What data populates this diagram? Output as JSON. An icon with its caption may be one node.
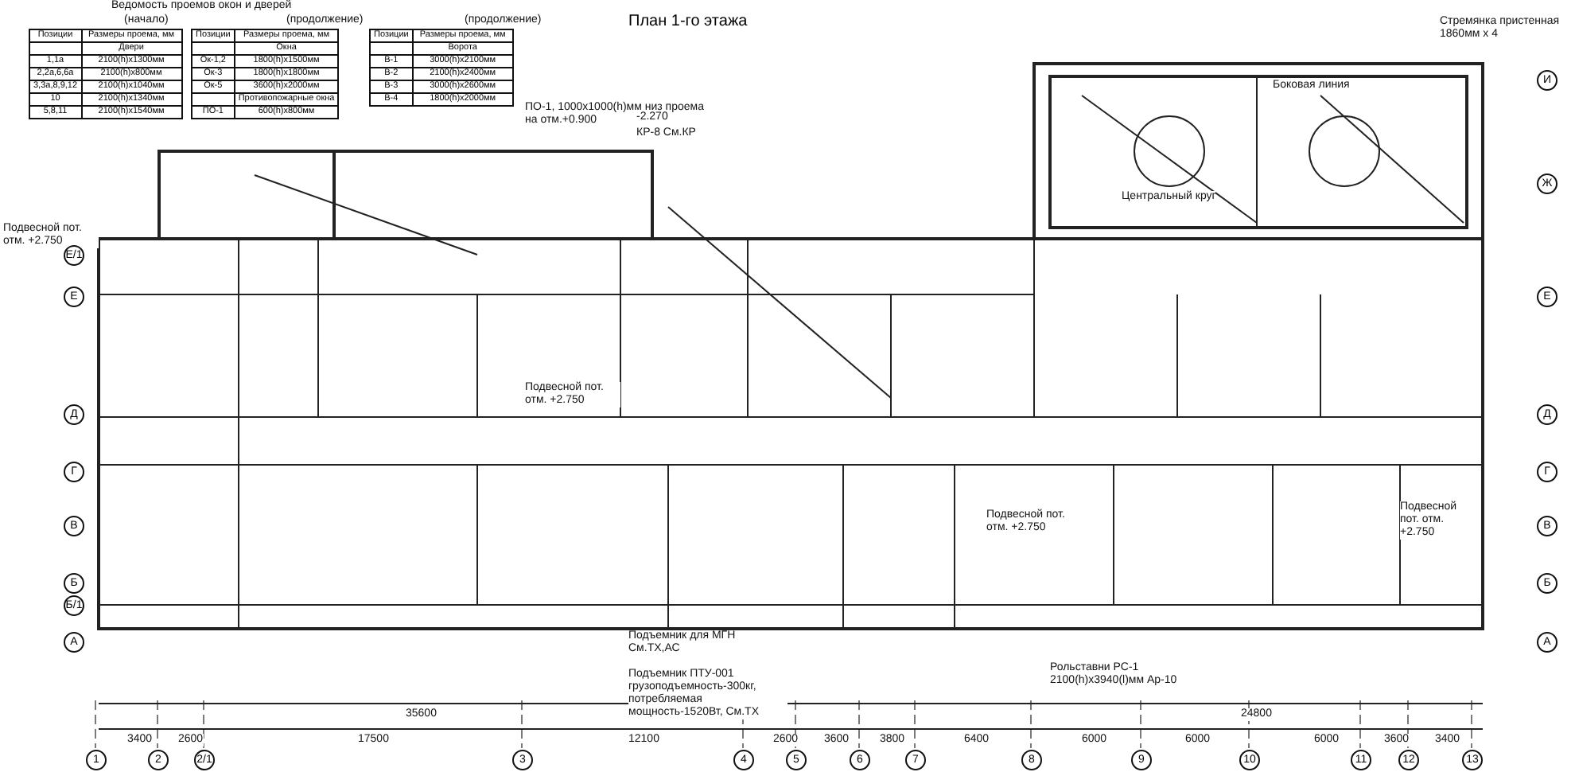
{
  "diagram": {
    "title": "План 1-го этажа",
    "labels": [
      "Ведомость проемов окон и дверей",
      "(начало)",
      "Позиции",
      "Размеры проема, мм",
      "Двери",
      "1,1а",
      "2100(h)x1300мм",
      "2,2а,6,6а",
      "2100(h)x800мм",
      "3,3а,8,9,12",
      "2100(h)x1040мм",
      "10",
      "2100(h)x1340мм",
      "5,8,11",
      "2100(h)x1540мм",
      "(продолжение)",
      "Позиции",
      "Размеры проема, мм",
      "Окна",
      "Ок-1,2",
      "1800(h)x1500мм",
      "Ок-3",
      "1800(h)x1800мм",
      "Ок-5",
      "3600(h)x2000мм",
      "Противопожарные окна",
      "ПО-1",
      "600(h)x800мм",
      "(продолжение)",
      "Позиции",
      "Размеры проема, мм",
      "Ворота",
      "В-1",
      "3000(h)x2100мм",
      "В-2",
      "2100(h)x2400мм",
      "В-3",
      "3000(h)x2600мм",
      "В-4",
      "1800(h)x2000мм",
      "ПО-1, 1000x1000(h)мм низ проема на отм.+0.900",
      "КР-8 См.КР",
      "-2.270",
      "Стремянка пристенная 1860мм x 4",
      "Центральный круг",
      "Боковая линия",
      "Подвесной пот. отм. +2.750",
      "Подвесной пот. отм. +2.750",
      "Подвесной пот. отм. +2.750",
      "Подвесной пот. отм. +2.750",
      "Подъемник для МГН См.ТХ,АС",
      "Подъемник ПТУ-001 грузоподъемность-300кг, потребляемая мощность-1520Вт, См.ТХ",
      "Рольставни РС-1 2100(h)x3940(l)мм Ар-10",
      "35600",
      "24800",
      "3400",
      "2600",
      "17500",
      "12100",
      "2600",
      "3600",
      "3800",
      "6400",
      "6000",
      "6000",
      "6000",
      "3600",
      "3400",
      "1",
      "2",
      "2/1",
      "3",
      "4",
      "5",
      "6",
      "7",
      "8",
      "9",
      "10",
      "11",
      "12",
      "13",
      "Е/1",
      "Е",
      "Д",
      "Г",
      "В",
      "Б",
      "Б/1",
      "А",
      "И",
      "Ж",
      "Е",
      "Д",
      "Г",
      "В",
      "Б",
      "А"
    ]
  }
}
